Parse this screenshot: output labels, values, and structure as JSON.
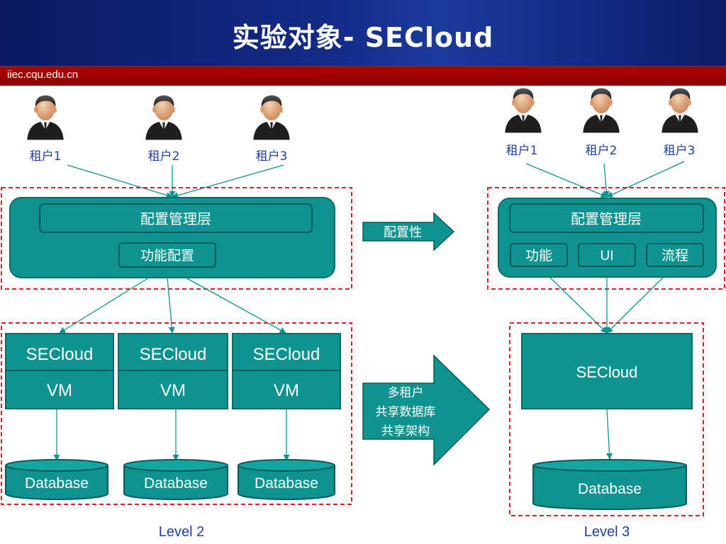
{
  "header": {
    "title": "实验对象- SECloud",
    "site": "iiec.cqu.edu.cn"
  },
  "level2": {
    "tenants": [
      "租户1",
      "租户2",
      "租户3"
    ],
    "config_layer": "配置管理层",
    "function_config": "功能配置",
    "instances": [
      {
        "app": "SECloud",
        "vm": "VM",
        "db": "Database"
      },
      {
        "app": "SECloud",
        "vm": "VM",
        "db": "Database"
      },
      {
        "app": "SECloud",
        "vm": "VM",
        "db": "Database"
      }
    ],
    "label": "Level 2"
  },
  "arrow_config": "配置性",
  "arrow_multi": [
    "多租户",
    "共享数据库",
    "共享架构"
  ],
  "level3": {
    "tenants": [
      "租户1",
      "租户2",
      "租户3"
    ],
    "config_layer": "配置管理层",
    "modules": [
      "功能",
      "UI",
      "流程"
    ],
    "app": "SECloud",
    "db": "Database",
    "label": "Level 3"
  },
  "colors": {
    "teal": "#0e9390",
    "teal_dark": "#0a6b69",
    "dash_red": "#e02020",
    "label_blue": "#1f3fa8",
    "arrow_teal": "#0e9390"
  }
}
